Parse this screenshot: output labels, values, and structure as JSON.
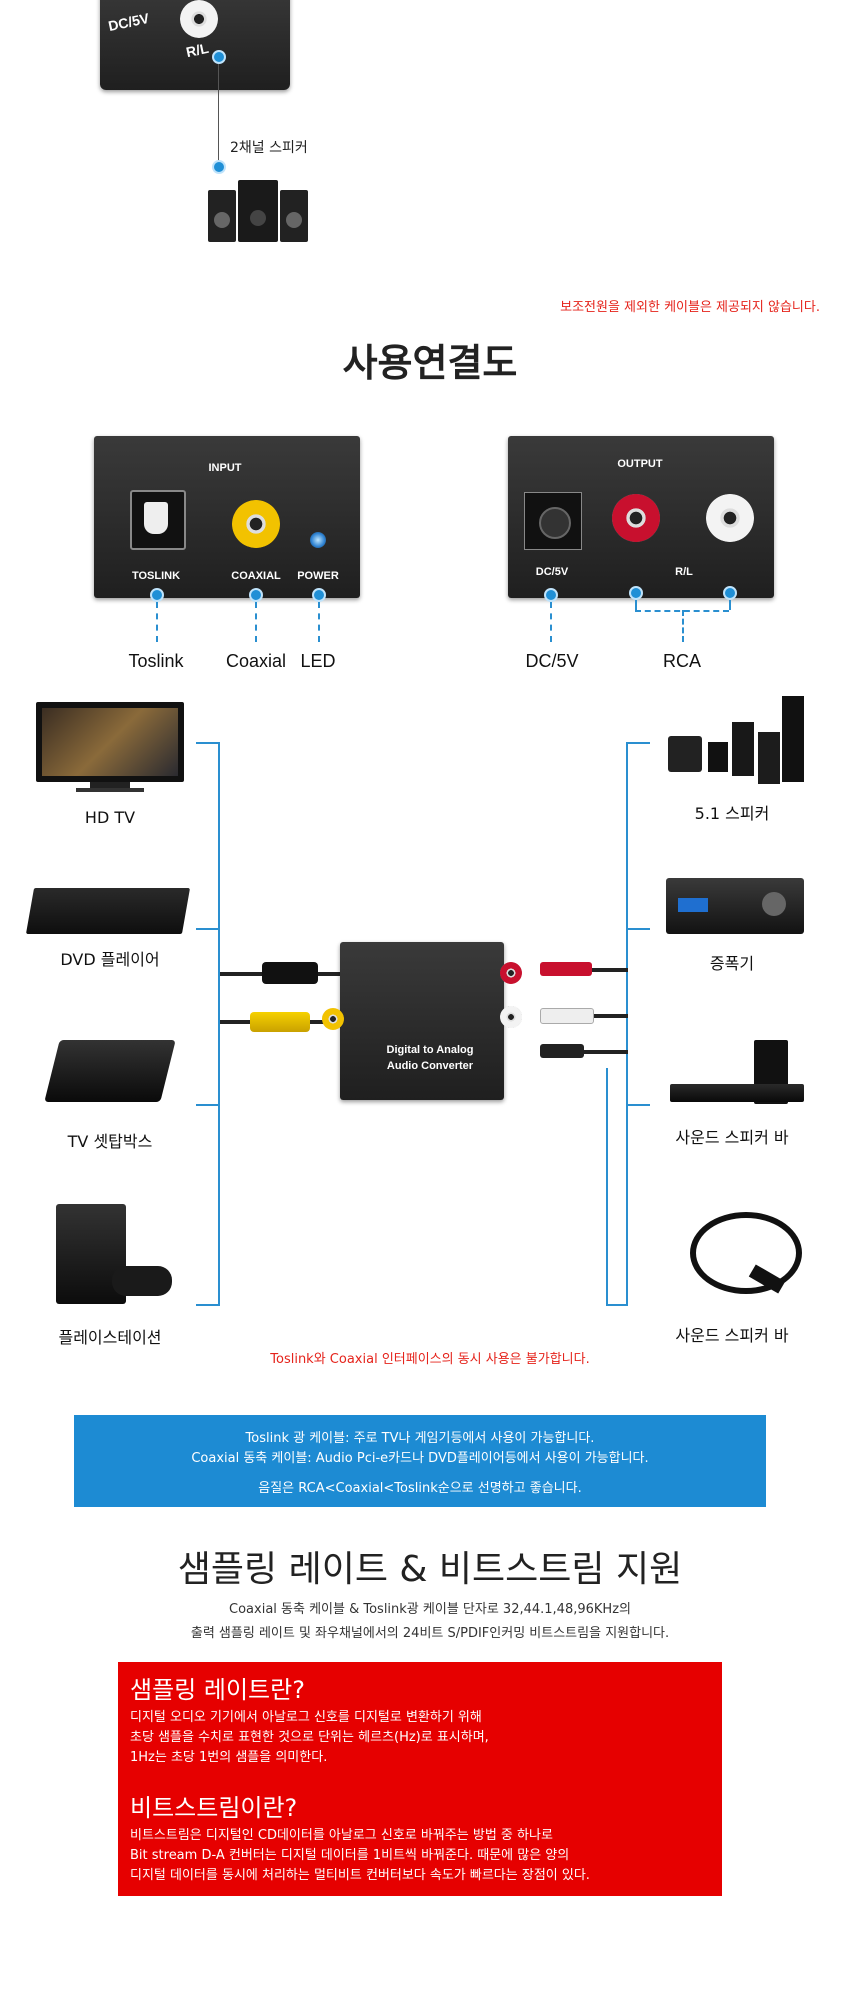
{
  "top": {
    "dc_label": "DC/5V",
    "rl_label": "R/L",
    "speaker_label": "2채널 스피커",
    "note": "보조전원을 제외한 케이블은 제공되지 않습니다."
  },
  "connection": {
    "title": "사용연결도",
    "input_panel": {
      "title": "INPUT",
      "toslink": "TOSLINK",
      "coaxial": "COAXIAL",
      "power": "POWER"
    },
    "output_panel": {
      "title": "OUTPUT",
      "dc": "DC/5V",
      "rl": "R/L"
    },
    "captions": {
      "toslink": "Toslink",
      "coaxial": "Coaxial",
      "led": "LED",
      "dc": "DC/5V",
      "rca": "RCA"
    },
    "left_devices": [
      "HD TV",
      "DVD 플레이어",
      "TV 셋탑박스",
      "플레이스테이션"
    ],
    "right_devices": [
      "5.1 스피커",
      "증폭기",
      "사운드 스피커 바",
      "사운드 스피커 바"
    ],
    "converter_label_1": "Digital to Analog",
    "converter_label_2": "Audio Converter",
    "warning": "Toslink와 Coaxial 인터페이스의 동시 사용은 불가합니다."
  },
  "info_box": {
    "line1": "Toslink 광 케이블: 주로 TV나 게임기등에서 사용이 가능합니다.",
    "line2": "Coaxial 동축 케이블: Audio Pci-e카드나 DVD플레이어등에서 사용이 가능합니다.",
    "line3": "음질은 RCA<Coaxial<Toslink순으로 선명하고 좋습니다."
  },
  "sampling": {
    "title": "샘플링 레이트 & 비트스트림 지원",
    "desc1": "Coaxial 동축 케이블 & Toslink광 케이블 단자로 32,44.1,48,96KHz의",
    "desc2": "출력 샘플링 레이트 및 좌우채널에서의 24비트 S/PDIF인커밍 비트스트림을 지원합니다."
  },
  "red_box": {
    "h1": "샘플링 레이트란?",
    "p1_1": "디지털 오디오 기기에서 아날로그 신호를 디지털로 변환하기 위해",
    "p1_2": "초당 샘플을 수치로 표현한 것으로 단위는 헤르츠(Hz)로 표시하며,",
    "p1_3": "1Hz는 초당 1번의 샘플을 의미한다.",
    "h2": "비트스트림이란?",
    "p2_1": "비트스트림은 디지털인 CD데이터를 아날로그 신호로 바꿔주는 방법 중 하나로",
    "p2_2": "Bit stream D-A 컨버터는 디지털 데이터를 1비트씩 바꿔준다. 때문에 많은 양의",
    "p2_3": "디지털 데이터를 동시에 처리하는 멀티비트 컨버터보다 속도가 빠르다는 장점이 있다."
  },
  "colors": {
    "accent_blue": "#1d8bd3",
    "warning_red": "#e5231b",
    "box_red": "#e60000"
  }
}
